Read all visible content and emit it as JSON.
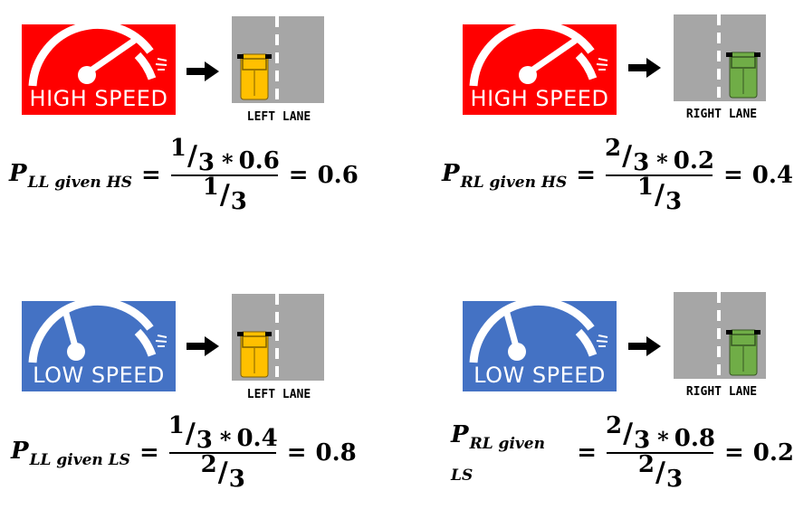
{
  "colors": {
    "high_speed": "#ff0000",
    "low_speed": "#4472c4",
    "road": "#a6a6a6",
    "left_car": "#ffc000",
    "right_car": "#70ad47"
  },
  "panels": [
    {
      "badge": "HIGH SPEED",
      "lane": "LEFT LANE",
      "lhs_main": "P",
      "lhs_sub": "LL given HS",
      "num_n": "1",
      "num_d": "3",
      "num_mul": "*",
      "num_coef": "0.6",
      "den_n": "1",
      "den_d": "3",
      "eq": "=",
      "result": "0.6"
    },
    {
      "badge": "HIGH SPEED",
      "lane": "RIGHT LANE",
      "lhs_main": "P",
      "lhs_sub": "RL given HS",
      "num_n": "2",
      "num_d": "3",
      "num_mul": "*",
      "num_coef": "0.2",
      "den_n": "1",
      "den_d": "3",
      "eq": "=",
      "result": "0.4"
    },
    {
      "badge": "LOW SPEED",
      "lane": "LEFT LANE",
      "lhs_main": "P",
      "lhs_sub": "LL given LS",
      "num_n": "1",
      "num_d": "3",
      "num_mul": "*",
      "num_coef": "0.4",
      "den_n": "2",
      "den_d": "3",
      "eq": "=",
      "result": "0.8"
    },
    {
      "badge": "LOW SPEED",
      "lane": "RIGHT LANE",
      "lhs_main": "P",
      "lhs_sub": "RL given LS",
      "num_n": "2",
      "num_d": "3",
      "num_mul": "*",
      "num_coef": "0.8",
      "den_n": "2",
      "den_d": "3",
      "eq": "=",
      "result": "0.2"
    }
  ]
}
